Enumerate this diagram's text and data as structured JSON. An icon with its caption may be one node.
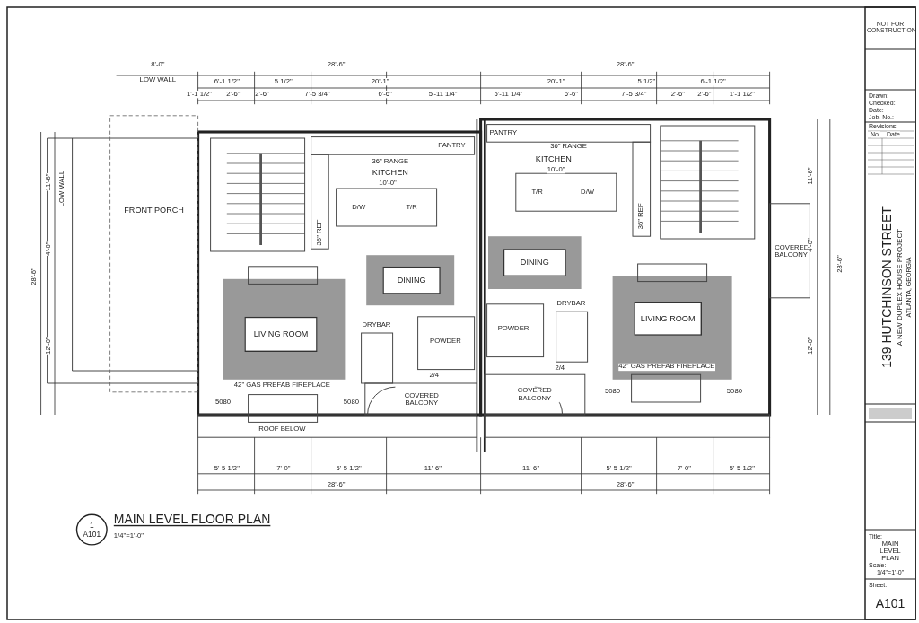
{
  "diagram": {
    "nodes": [
      {
        "text": [
          "DINING"
        ]
      },
      {
        "text": [
          "DINING"
        ]
      },
      {
        "text": [
          "LIVING ROOM"
        ]
      },
      {
        "text": [
          "LIVING ROOM"
        ]
      },
      {
        "text": [
          "1",
          "A101"
        ]
      }
    ],
    "edges": [],
    "labels": [
      "8'-0\"",
      "LOW WALL",
      "28'-6\"",
      "6'-1 1/2\"",
      "5 1/2\"",
      "20'-1\"",
      "1'-1 1/2\"",
      "2'-6\"",
      "2'-6\"",
      "7'-5 3/4\"",
      "6'-6\"",
      "5'-11 1/4\"",
      "28'-6\"",
      "20'-1\"",
      "5 1/2\"",
      "6'-1 1/2\"",
      "5'-11 1/4\"",
      "6'-6\"",
      "7'-5 3/4\"",
      "2'-6\"",
      "2'-6\"",
      "1'-1 1/2\"",
      "PANTRY",
      "36\" RANGE",
      "KITCHEN",
      "10'-0\"",
      "D/W",
      "T/R",
      "36\" REF",
      "LOW WALL",
      "FRONT PORCH",
      "PANTRY",
      "KITCHEN",
      "10'-0\"",
      "T/R",
      "D/W",
      "36\" RANGE",
      "36\" REF",
      "COVERED BALCONY",
      "POWDER",
      "DRYBAR",
      "2/4",
      "COVERED BALCONY",
      "42\" GAS PREFAB FIREPLACE",
      "5080",
      "5080",
      "ROOF BELOW",
      "POWDER",
      "DRYBAR",
      "2/4",
      "COVERED BALCONY",
      "42\" GAS PREFAB FIREPLACE",
      "5080",
      "5080",
      "5'-5 1/2\"",
      "7'-0\"",
      "5'-5 1/2\"",
      "11'-6\"",
      "28'-6\"",
      "11'-6\"",
      "5'-5 1/2\"",
      "7'-0\"",
      "5'-5 1/2\"",
      "28'-6\"",
      "11'-6\"",
      "4'-0\"",
      "28'-6\"",
      "12'-0\"",
      "11'-6\"",
      "4'-0\"",
      "28'-6\"",
      "12'-0\"",
      "MAIN LEVEL FLOOR PLAN",
      "1/4\"=1'-0\"",
      "NOT FOR CONSTRUCTION",
      "Drawn:",
      "Checked:",
      "Date:",
      "Job. No.:",
      "Revisions:",
      "No.",
      "Date",
      "139 HUTCHINSON STREET",
      "A NEW DUPLEX HOUSE PROJECT",
      "ATLANTA, GEORGIA",
      "Title:",
      "MAIN LEVEL PLAN",
      "Scale:",
      "1/4\"=1'-0\"",
      "Sheet:",
      "A101"
    ]
  }
}
